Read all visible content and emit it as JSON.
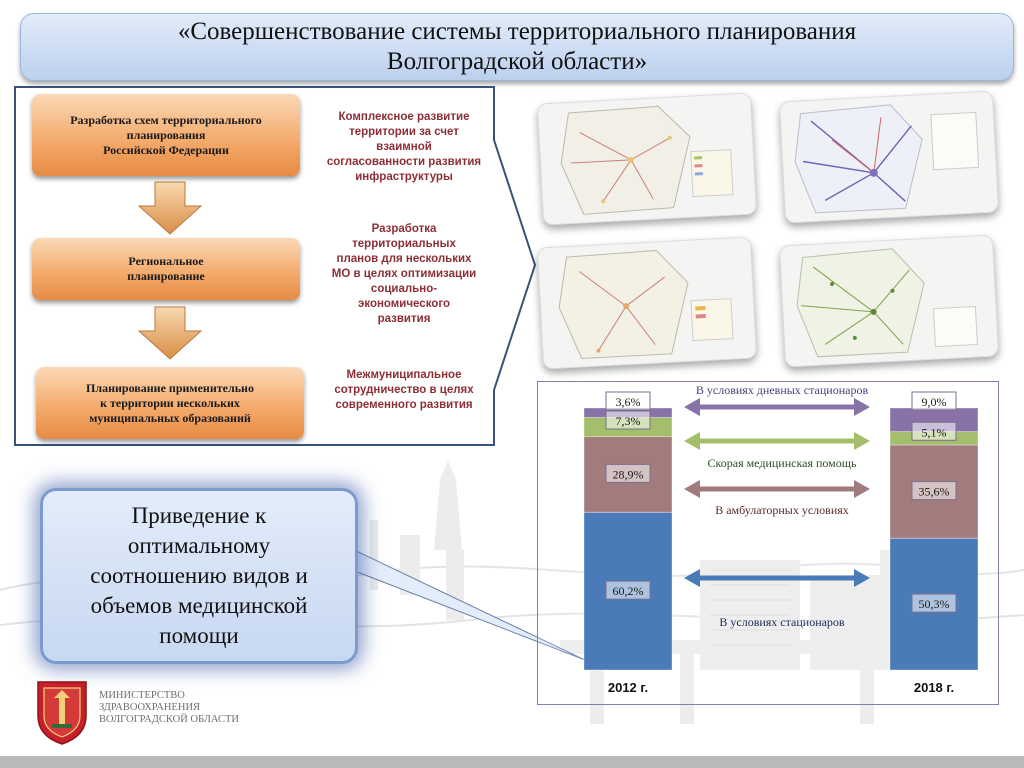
{
  "title": {
    "line1": "«Совершенствование системы территориального планирования",
    "line2": "Волгоградской области»"
  },
  "process": {
    "steps": [
      {
        "label": "Разработка схем территориального\nпланирования\nРоссийской Федерации"
      },
      {
        "label": "Региональное\nпланирование"
      },
      {
        "label": "Планирование применительно\nк территории нескольких\nмуниципальных образований"
      }
    ],
    "descriptions": [
      "Комплексное развитие\nтерритории за счет\nвзаимной\nсогласованности развития\nинфраструктуры",
      "Разработка\nтерриториальных\nпланов для нескольких\nМО в целях оптимизации\nсоциально-\nэкономического\nразвития",
      "Межмуниципальное\nсотрудничество в целях\nсовременного развития"
    ]
  },
  "callout": {
    "text": "Приведение к\nоптимальному\nсоотношению видов и\nобъемов медицинской\nпомощи"
  },
  "ministry": {
    "text": "МИНИСТЕРСТВО\nЗДРАВООХРАНЕНИЯ\nВОЛГОГРАДСКОЙ ОБЛАСТИ"
  },
  "colors": {
    "title_bg": "#c9d9f2",
    "step_orange": "#f3a868",
    "desc_text": "#8b2f35",
    "stationary": "#4a7ab8",
    "ambulatory": "#a27b7c",
    "emergency": "#a3bf6b",
    "day_hospital": "#8872a8"
  },
  "icons": [
    "down-arrow-icon",
    "coat-of-arms-icon",
    "map-icon"
  ],
  "chart_data": {
    "type": "bar",
    "stacked": true,
    "categories": [
      "2012 г.",
      "2018 г."
    ],
    "series": [
      {
        "name": "В условиях стационаров",
        "values": [
          60.2,
          50.3
        ],
        "labels": [
          "60,2%",
          "50,3%"
        ],
        "color": "#4a7ab8"
      },
      {
        "name": "В амбулаторных условиях",
        "values": [
          28.9,
          35.6
        ],
        "labels": [
          "28,9%",
          "35,6%"
        ],
        "color": "#a27b7c"
      },
      {
        "name": "Скорая медицинская помощь",
        "values": [
          7.3,
          5.1
        ],
        "labels": [
          "7,3%",
          "5,1%"
        ],
        "color": "#a3bf6b"
      },
      {
        "name": "В условиях дневных стационаров",
        "values": [
          3.6,
          9.0
        ],
        "labels": [
          "3,6%",
          "9,0%"
        ],
        "color": "#8872a8"
      }
    ],
    "ylim": [
      0,
      100
    ],
    "grid": false,
    "legend": "arrows between bars"
  }
}
